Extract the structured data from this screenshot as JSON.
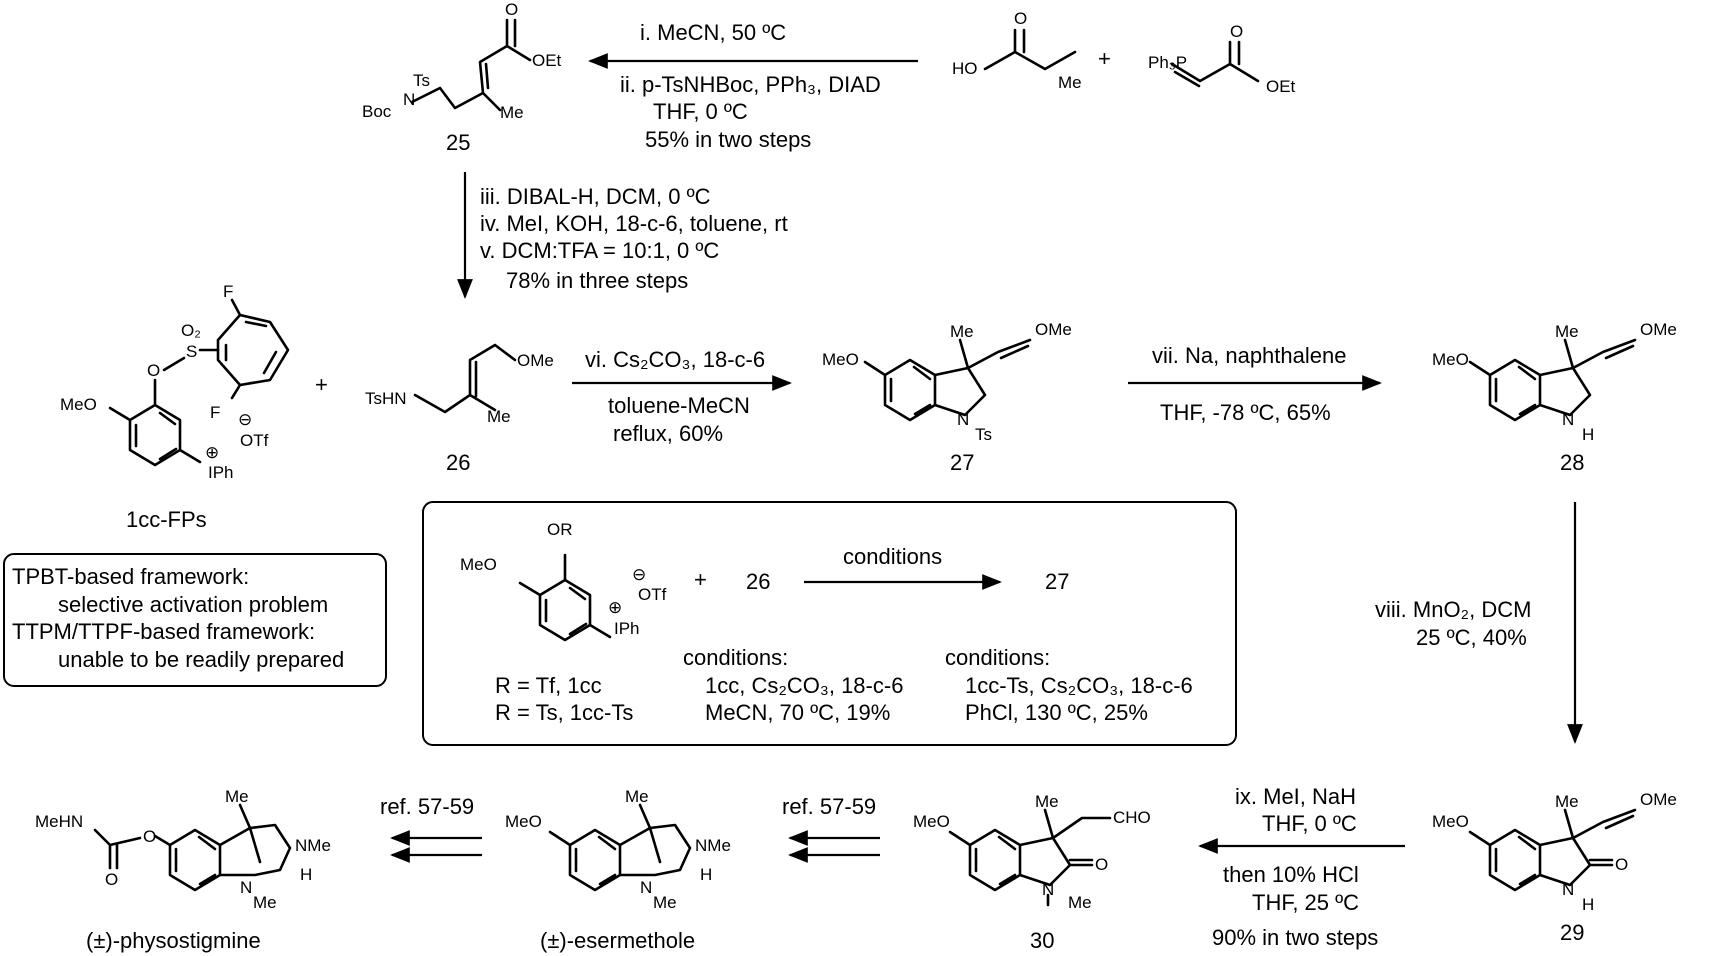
{
  "compounds": {
    "c25": "25",
    "c26": "26",
    "c27": "27",
    "c28": "28",
    "c29": "29",
    "c30": "30",
    "c1cc_fps": "1cc-FPs",
    "physostigmine": "(±)-physostigmine",
    "esermethole": "(±)-esermethole"
  },
  "atoms": {
    "hydroxyacetone_ho": "HO",
    "hydroxyacetone_o": "O",
    "hydroxyacetone_me": "Me",
    "plus": "+",
    "ylide_ph3p": "Ph₃P",
    "ylide_o": "O",
    "ylide_oet": "OEt",
    "c25_o": "O",
    "c25_oet": "OEt",
    "c25_ts": "Ts",
    "c25_n": "N",
    "c25_boc": "Boc",
    "c25_me": "Me",
    "fps_f1": "F",
    "fps_f2": "F",
    "fps_so2": "O₂",
    "fps_s": "S",
    "fps_o": "O",
    "fps_meo": "MeO",
    "fps_minus": "⊖",
    "fps_otf": "OTf",
    "fps_plus": "⊕",
    "fps_iph": "IPh",
    "c26_ome": "OMe",
    "c26_tshn": "TsHN",
    "c26_me": "Me",
    "c27_me": "Me",
    "c27_ome": "OMe",
    "c27_meo": "MeO",
    "c27_n": "N",
    "c27_ts": "Ts",
    "c28_me": "Me",
    "c28_ome": "OMe",
    "c28_meo": "MeO",
    "c28_n": "N",
    "c28_h": "H",
    "c29_me": "Me",
    "c29_ome": "OMe",
    "c29_meo": "MeO",
    "c29_o": "O",
    "c29_n": "N",
    "c29_h": "H",
    "c30_me": "Me",
    "c30_cho": "CHO",
    "c30_meo": "MeO",
    "c30_o": "O",
    "c30_n": "N",
    "c30_nme": "Me",
    "ese_me": "Me",
    "ese_meo": "MeO",
    "ese_nme": "NMe",
    "ese_n": "N",
    "ese_nme2": "Me",
    "ese_h": "H",
    "phy_me": "Me",
    "phy_mehn": "MeHN",
    "phy_o1": "O",
    "phy_o2": "O",
    "phy_nme": "NMe",
    "phy_n": "N",
    "phy_nme2": "Me",
    "phy_h": "H",
    "box_or": "OR",
    "box_meo": "MeO",
    "box_minus": "⊖",
    "box_otf": "OTf",
    "box_plus": "⊕",
    "box_iph": "IPh",
    "box_plus_sign": "+",
    "box_26": "26",
    "box_27": "27"
  },
  "conditions": {
    "step_i": "i. MeCN, 50 ºC",
    "step_ii_a": "ii. p-TsNHBoc, PPh₃, DIAD",
    "step_ii_b": "THF, 0 ºC",
    "step_ii_c": "55% in two steps",
    "step_iii": "iii. DIBAL-H, DCM, 0 ºC",
    "step_iv": "iv. MeI, KOH, 18-c-6, toluene, rt",
    "step_v": "v. DCM:TFA = 10:1, 0 ºC",
    "step_iii_v_yield": "78% in three steps",
    "step_vi_a": "vi. Cs₂CO₃, 18-c-6",
    "step_vi_b": "toluene-MeCN",
    "step_vi_c": "reflux, 60%",
    "step_vii_a": "vii. Na, naphthalene",
    "step_vii_b": "THF, -78 ºC, 65%",
    "step_viii_a": "viii. MnO₂, DCM",
    "step_viii_b": "25 ºC, 40%",
    "step_ix_a": "ix. MeI, NaH",
    "step_ix_b": "THF, 0 ºC",
    "step_ix_c": "then 10% HCl",
    "step_ix_d": "THF, 25 ºC",
    "step_ix_e": "90% in two steps",
    "ref1": "ref. 57-59",
    "ref2": "ref. 57-59"
  },
  "note_box": {
    "line1": "TPBT-based framework:",
    "line2": "selective activation problem",
    "line3": "TTPM/TTPF-based framework:",
    "line4": "unable to be readily prepared"
  },
  "inset_box": {
    "arrow_label": "conditions",
    "r_tf": "R = Tf, 1cc",
    "r_ts": "R = Ts, 1cc-Ts",
    "cond_a_title": "conditions:",
    "cond_a_1": "1cc, Cs₂CO₃, 18-c-6",
    "cond_a_2": "MeCN, 70 ºC, 19%",
    "cond_b_title": "conditions:",
    "cond_b_1": "1cc-Ts, Cs₂CO₃, 18-c-6",
    "cond_b_2": "PhCl, 130 ºC, 25%"
  }
}
